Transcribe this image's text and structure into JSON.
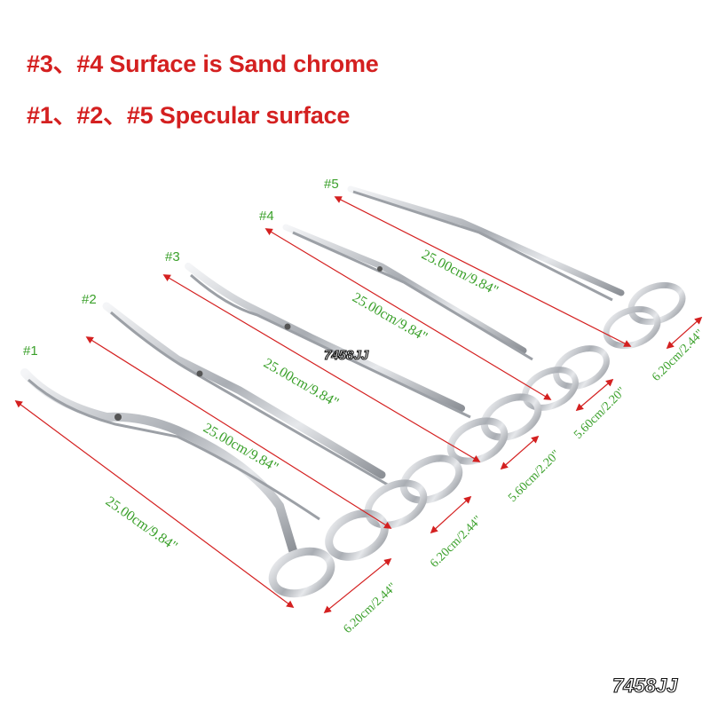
{
  "headings": {
    "line1": "#3、#4 Surface is Sand chrome",
    "line2": "#1、#2、#5 Specular surface"
  },
  "items": [
    {
      "label": "#1",
      "length": "25.00cm/9.84\"",
      "ring_width": "6.20cm/2.44\""
    },
    {
      "label": "#2",
      "length": "25.00cm/9.84\"",
      "ring_width": "6.20cm/2.44\""
    },
    {
      "label": "#3",
      "length": "25.00cm/9.84\"",
      "ring_width": "5.60cm/2.20\""
    },
    {
      "label": "#4",
      "length": "25.00cm/9.84\"",
      "ring_width": "5.60cm/2.20\""
    },
    {
      "label": "#5",
      "length": "25.00cm/9.84\"",
      "ring_width": "6.20cm/2.44\""
    }
  ],
  "watermark": "7458JJ",
  "colors": {
    "heading": "#d42020",
    "dimension_text": "#3aa02a",
    "arrow": "#d42020",
    "steel": "#b8bcc2"
  }
}
